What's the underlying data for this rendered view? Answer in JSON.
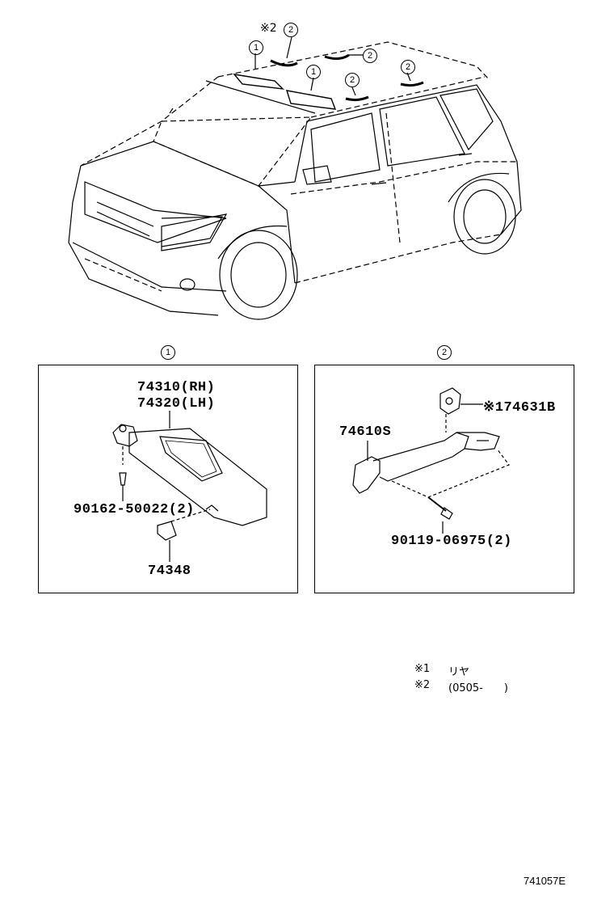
{
  "callouts": {
    "c1": "1",
    "c2": "2",
    "asterisk2": "※2"
  },
  "panel1": {
    "header": "1",
    "part_rh": "74310(RH)",
    "part_lh": "74320(LH)",
    "screw": "90162-50022(2)",
    "holder": "74348"
  },
  "panel2": {
    "header": "2",
    "grip": "74610S",
    "bracket": "※174631B",
    "bolt": "90119-06975(2)"
  },
  "notes": {
    "n1_mark": "※1",
    "n1_text": "リヤ",
    "n2_mark": "※2",
    "n2_text": "(0505-　　)"
  },
  "diagram_code": "741057E"
}
